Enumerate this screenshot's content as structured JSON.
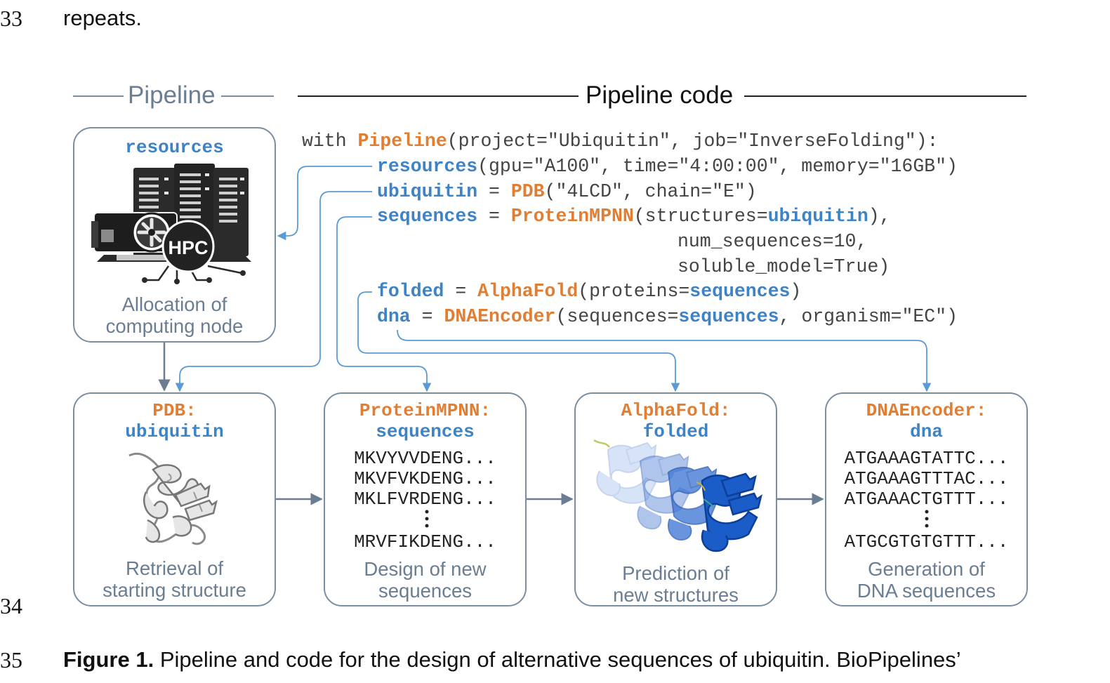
{
  "page": {
    "line_numbers": [
      "33",
      "34",
      "35"
    ],
    "top_text": "repeats.",
    "caption_label": "Figure 1.",
    "caption_text": " Pipeline and code for the design of alternative sequences of ubiquitin. BioPipelines’"
  },
  "figure": {
    "pipeline_header": "Pipeline",
    "code_header": "Pipeline code",
    "resources_box": {
      "title": "resources",
      "hpc_label": "HPC",
      "desc_1": "Allocation of",
      "desc_2": "computing node"
    },
    "stages": [
      {
        "tool": "PDB:",
        "name": "ubiquitin",
        "desc_1": "Retrieval of",
        "desc_2": "starting structure"
      },
      {
        "tool": "ProteinMPNN:",
        "name": "sequences",
        "items": [
          "MKVYVVDENG...",
          "MKVFVKDENG...",
          "MKLFVRDENG..."
        ],
        "last": "MRVFIKDENG...",
        "desc_1": "Design of new",
        "desc_2": "sequences"
      },
      {
        "tool": "AlphaFold:",
        "name": "folded",
        "desc_1": "Prediction of",
        "desc_2": "new structures"
      },
      {
        "tool": "DNAEncoder:",
        "name": "dna",
        "items": [
          "ATGAAAGTATTC...",
          "ATGAAAGTTTAC...",
          "ATGAAACTGTTT..."
        ],
        "last": "ATGCGTGTGTTT...",
        "desc_1": "Generation of",
        "desc_2": "DNA sequences"
      }
    ],
    "code": {
      "l1": {
        "kw": "with ",
        "fn": "Pipeline",
        "rest": "(project=\"Ubiquitin\", job=\"InverseFolding\"):"
      },
      "l2": {
        "var": "resources",
        "rest": "(gpu=\"A100\", time=\"4:00:00\", memory=\"16GB\")"
      },
      "l3": {
        "var": "ubiquitin",
        "eq": " = ",
        "fn": "PDB",
        "rest": "(\"4LCD\", chain=\"E\")"
      },
      "l4": {
        "var": "sequences",
        "eq": " = ",
        "fn": "ProteinMPNN",
        "a": "(structures=",
        "ref": "ubiquitin",
        "b": "),"
      },
      "l5": "num_sequences=10,",
      "l6": "soluble_model=True)",
      "l7": {
        "var": "folded",
        "eq": " = ",
        "fn": "AlphaFold",
        "a": "(proteins=",
        "ref": "sequences",
        "b": ")"
      },
      "l8": {
        "var": "dna",
        "eq": " = ",
        "fn": "DNAEncoder",
        "a": "(sequences=",
        "ref": "sequences",
        "b": ", organism=\"EC\")"
      }
    },
    "colors": {
      "tool_orange": "#e07f34",
      "var_blue": "#3e83c6",
      "arrow_blue": "#5b9bd5",
      "box_border": "#7a8ea2",
      "desc_gray": "#6a7d92",
      "protein_blue": "#1a5cc8"
    }
  }
}
